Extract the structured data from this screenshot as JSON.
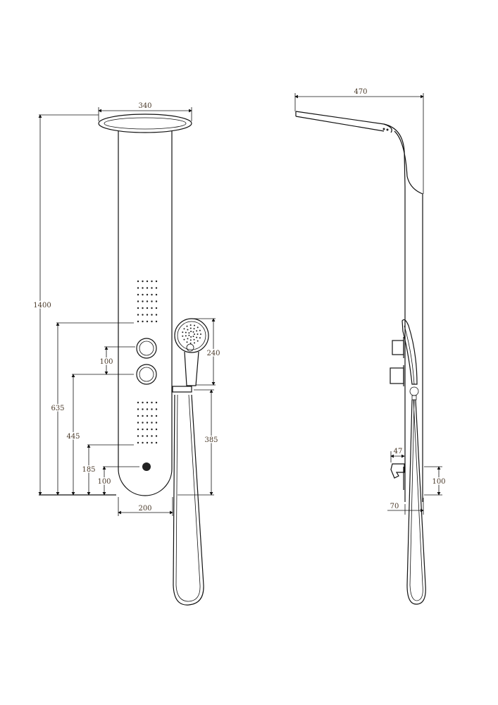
{
  "front_view": {
    "dimensions": {
      "head_width": "340",
      "total_height": "1400",
      "upper_jets_height": "635",
      "lower_knob_height": "445",
      "lower_jets_height": "185",
      "diverter_height": "100",
      "knob_spacing": "100",
      "panel_width": "200",
      "hand_shower_length": "240",
      "bracket_height": "385"
    }
  },
  "side_view": {
    "dimensions": {
      "overall_depth": "470",
      "spout_projection": "47",
      "spout_height": "100",
      "panel_depth": "70"
    }
  },
  "colors": {
    "line": "#111111",
    "dimension_text": "#4a3a2a"
  }
}
